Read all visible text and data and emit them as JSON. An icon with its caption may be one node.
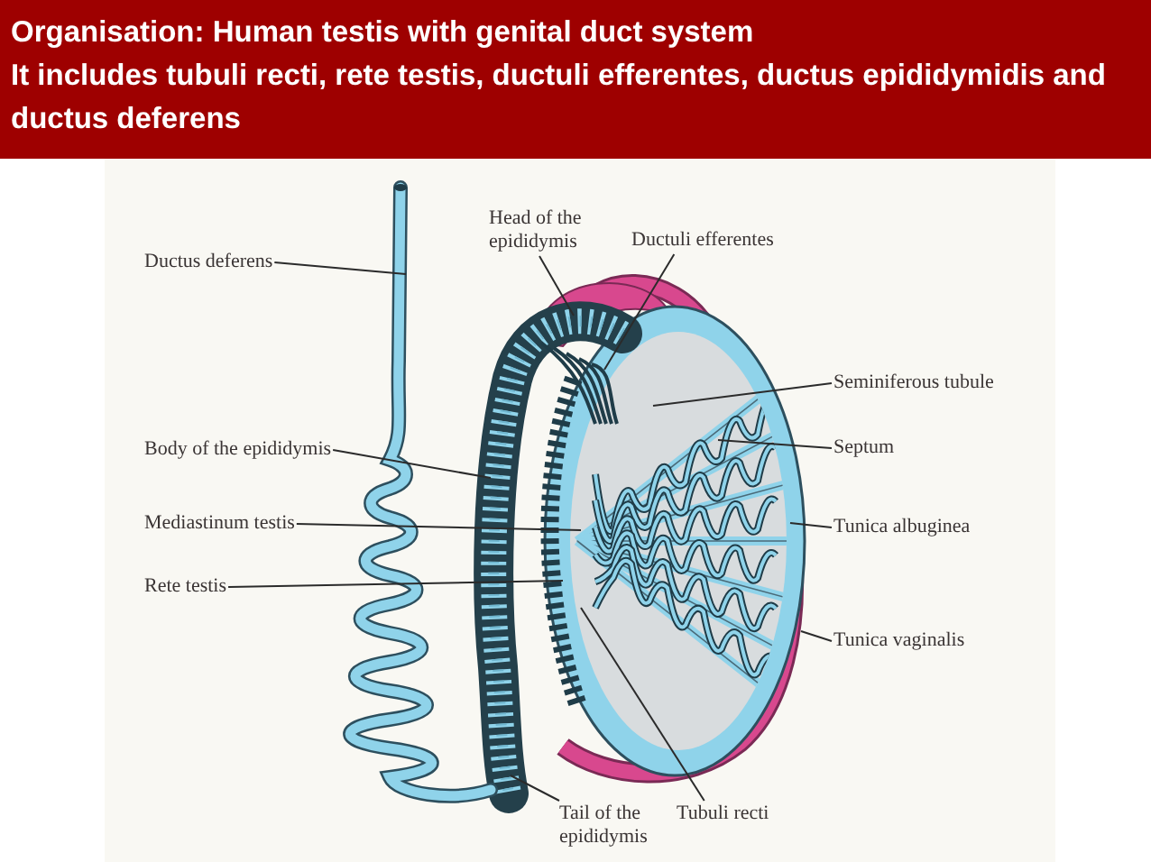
{
  "diagram": {
    "title": "Organisation: Human testis with genital duct system",
    "nodes": [
      {
        "text": [
          "Ductus deferens"
        ]
      },
      {
        "text": [
          "Head of the epididymis"
        ]
      },
      {
        "text": [
          "Ductuli efferentes"
        ]
      },
      {
        "text": [
          "Body of the epididymis"
        ]
      },
      {
        "text": [
          "Mediastinum testis"
        ]
      },
      {
        "text": [
          "Seminiferous tubule"
        ]
      },
      {
        "text": [
          "Septum"
        ]
      },
      {
        "text": [
          "Rete testis"
        ]
      },
      {
        "text": [
          "Tunica albuginea"
        ]
      },
      {
        "text": [
          "Tunica vaginalis"
        ]
      },
      {
        "text": [
          "Tail of the epididymis"
        ]
      },
      {
        "text": [
          "Tubuli recti"
        ]
      }
    ],
    "edges": [
      {
        "from": 0,
        "to": null,
        "arrow": "none"
      },
      {
        "from": 1,
        "to": null,
        "arrow": "none"
      },
      {
        "from": 2,
        "to": null,
        "arrow": "none"
      },
      {
        "from": 3,
        "to": null,
        "arrow": "none"
      },
      {
        "from": 4,
        "to": null,
        "arrow": "none"
      },
      {
        "from": 5,
        "to": null,
        "arrow": "none"
      },
      {
        "from": 6,
        "to": null,
        "arrow": "none"
      },
      {
        "from": 7,
        "to": null,
        "arrow": "none"
      },
      {
        "from": 8,
        "to": null,
        "arrow": "none"
      },
      {
        "from": 9,
        "to": null,
        "arrow": "none"
      },
      {
        "from": 10,
        "to": null,
        "arrow": "none"
      },
      {
        "from": 11,
        "to": null,
        "arrow": "none"
      }
    ],
    "labels": [
      "It includes tubuli recti, rete testis, ductuli efferentes, ductus epididymidis and ductus deferens"
    ]
  }
}
